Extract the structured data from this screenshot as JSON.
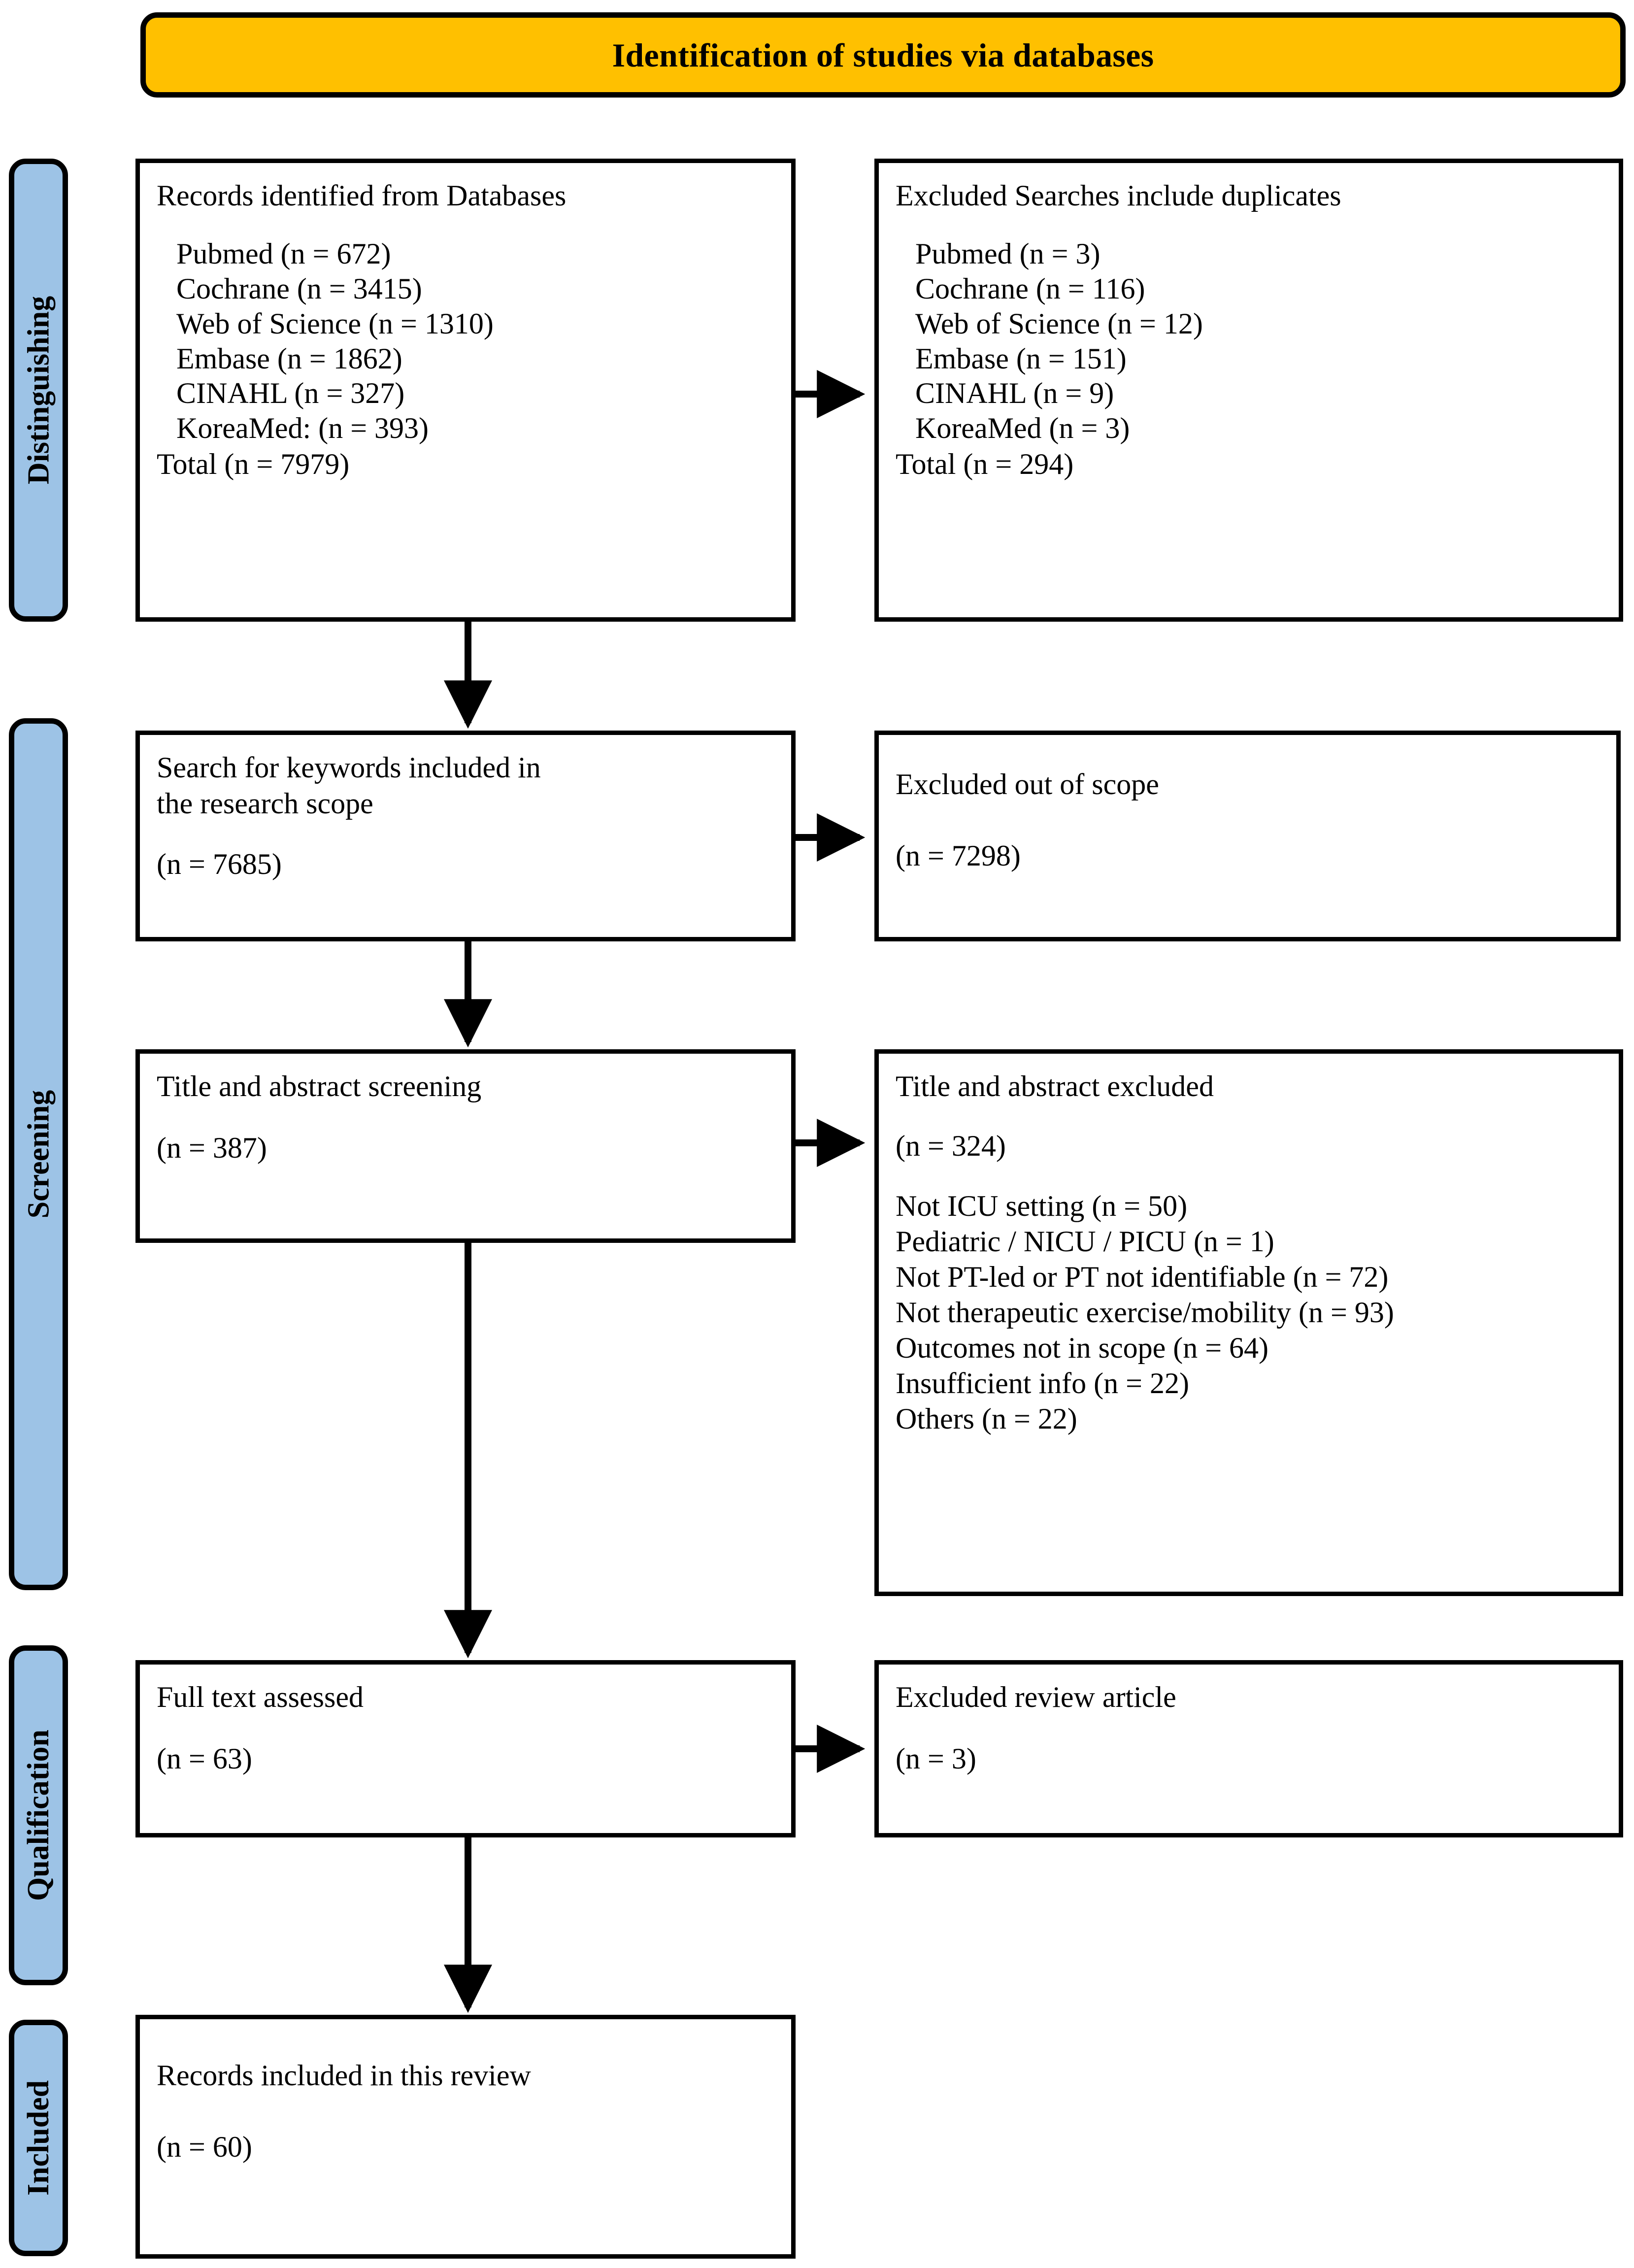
{
  "header": {
    "title": "Identification of studies via databases",
    "background_color": "#ffc000",
    "border_color": "#000000"
  },
  "stages": [
    {
      "id": "distinguishing",
      "label": "Distinguishing",
      "color": "#9dc3e6"
    },
    {
      "id": "screening",
      "label": "Screening",
      "color": "#9dc3e6"
    },
    {
      "id": "qualification",
      "label": "Qualification",
      "color": "#9dc3e6"
    },
    {
      "id": "included",
      "label": "Included",
      "color": "#9dc3e6"
    }
  ],
  "boxes": {
    "records_identified": {
      "title": "Records identified from Databases",
      "sources": [
        "Pubmed (n = 672)",
        "Cochrane (n = 3415)",
        "Web of Science (n = 1310)",
        "Embase (n = 1862)",
        "CINAHL (n = 327)",
        "KoreaMed: (n = 393)"
      ],
      "total": "Total (n = 7979)"
    },
    "excluded_duplicates": {
      "title": "Excluded Searches include duplicates",
      "sources": [
        "Pubmed (n = 3)",
        "Cochrane (n = 116)",
        "Web of Science (n = 12)",
        "Embase (n = 151)",
        "CINAHL (n = 9)",
        "KoreaMed (n = 3)"
      ],
      "total": "Total (n = 294)"
    },
    "keyword_search": {
      "title": "Search for keywords included in\nthe research scope",
      "count": " (n = 7685)"
    },
    "excluded_out_of_scope": {
      "title": "Excluded out of scope",
      "count": " (n = 7298)"
    },
    "title_abstract_screening": {
      "title": "Title and abstract screening",
      "count": " (n = 387)"
    },
    "title_abstract_excluded": {
      "title": "Title and abstract excluded",
      "count": "(n = 324)",
      "reasons": [
        "Not ICU setting (n = 50)",
        "Pediatric / NICU / PICU (n = 1)",
        "Not PT-led or PT not identifiable (n = 72)",
        "Not therapeutic exercise/mobility (n = 93)",
        "Outcomes not in scope (n = 64)",
        "Insufficient info (n = 22)",
        "Others (n = 22)"
      ]
    },
    "full_text_assessed": {
      "title": "Full text assessed",
      "count": " (n = 63)"
    },
    "excluded_review_article": {
      "title": "Excluded review article",
      "count": " (n = 3)"
    },
    "records_included": {
      "title": "Records included in this review",
      "count": " (n = 60)"
    }
  },
  "chart_data": {
    "type": "diagram",
    "diagram_kind": "PRISMA flow diagram",
    "title": "Identification of studies via databases",
    "stages": [
      "Distinguishing",
      "Screening",
      "Qualification",
      "Included"
    ],
    "nodes": [
      {
        "id": "records_identified",
        "stage": "Distinguishing",
        "label": "Records identified from Databases",
        "n": 7979
      },
      {
        "id": "excluded_duplicates",
        "stage": "Distinguishing",
        "label": "Excluded Searches include duplicates",
        "n": 294
      },
      {
        "id": "keyword_search",
        "stage": "Screening",
        "label": "Search for keywords included in the research scope",
        "n": 7685
      },
      {
        "id": "excluded_out_of_scope",
        "stage": "Screening",
        "label": "Excluded out of scope",
        "n": 7298
      },
      {
        "id": "title_abstract_screening",
        "stage": "Screening",
        "label": "Title and abstract screening",
        "n": 387
      },
      {
        "id": "title_abstract_excluded",
        "stage": "Screening",
        "label": "Title and abstract excluded",
        "n": 324
      },
      {
        "id": "full_text_assessed",
        "stage": "Qualification",
        "label": "Full text assessed",
        "n": 63
      },
      {
        "id": "excluded_review_article",
        "stage": "Qualification",
        "label": "Excluded review article",
        "n": 3
      },
      {
        "id": "records_included",
        "stage": "Included",
        "label": "Records included in this review",
        "n": 60
      }
    ],
    "edges": [
      {
        "from": "records_identified",
        "to": "excluded_duplicates",
        "direction": "right"
      },
      {
        "from": "records_identified",
        "to": "keyword_search",
        "direction": "down"
      },
      {
        "from": "keyword_search",
        "to": "excluded_out_of_scope",
        "direction": "right"
      },
      {
        "from": "keyword_search",
        "to": "title_abstract_screening",
        "direction": "down"
      },
      {
        "from": "title_abstract_screening",
        "to": "title_abstract_excluded",
        "direction": "right"
      },
      {
        "from": "title_abstract_screening",
        "to": "full_text_assessed",
        "direction": "down"
      },
      {
        "from": "full_text_assessed",
        "to": "excluded_review_article",
        "direction": "right"
      },
      {
        "from": "full_text_assessed",
        "to": "records_included",
        "direction": "down"
      }
    ],
    "databases": [
      "Pubmed",
      "Cochrane",
      "Web of Science",
      "Embase",
      "CINAHL",
      "KoreaMed"
    ],
    "identified_counts": [
      672,
      3415,
      1310,
      1862,
      327,
      393
    ],
    "duplicate_counts": [
      3,
      116,
      12,
      151,
      9,
      3
    ],
    "exclusion_reasons": [
      "Not ICU setting",
      "Pediatric / NICU / PICU",
      "Not PT-led or PT not identifiable",
      "Not therapeutic exercise/mobility",
      "Outcomes not in scope",
      "Insufficient info",
      "Others"
    ],
    "exclusion_counts": [
      50,
      1,
      72,
      93,
      64,
      22,
      22
    ]
  }
}
